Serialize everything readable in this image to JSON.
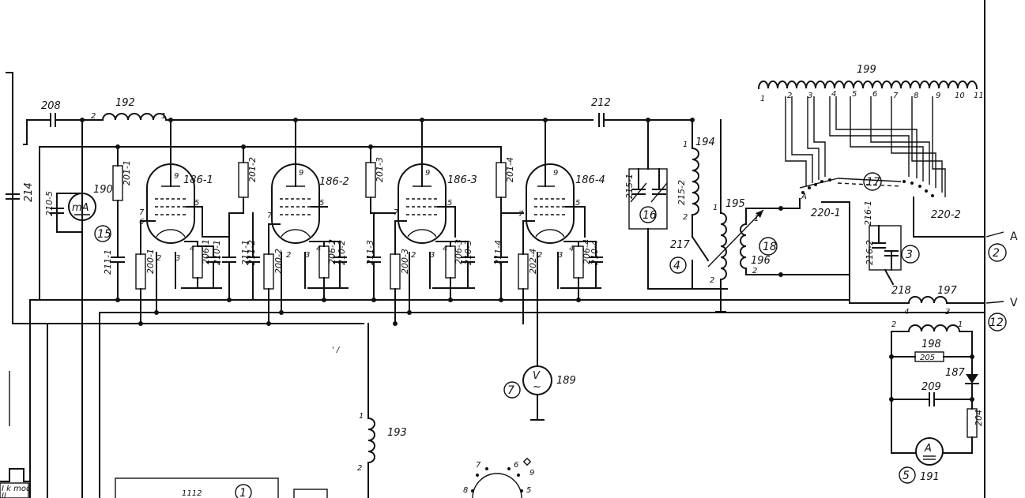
{
  "wire_labels": {
    "c208": "208",
    "l192": "192",
    "c212": "212",
    "c214": "214",
    "l193": "193",
    "l194": "194",
    "t195": "195",
    "t196": "196",
    "l197": "197",
    "l198": "198",
    "l199": "199",
    "r205": "205",
    "c209": "209",
    "d187": "187",
    "r204": "204"
  },
  "tubes": [
    {
      "label": "186-1",
      "r_plate": "201-1",
      "r_cath": "200-1",
      "r_k": "206-1",
      "c_k": "210-1",
      "c_sg": "211-1"
    },
    {
      "label": "186-2",
      "r_plate": "201-2",
      "r_cath": "200-2",
      "r_k": "206-2",
      "c_k": "210-2",
      "c_sg": "211-2"
    },
    {
      "label": "186-3",
      "r_plate": "201-3",
      "r_cath": "200-3",
      "r_k": "206-3",
      "c_k": "210-3",
      "c_sg": "211-3"
    },
    {
      "label": "186-4",
      "r_plate": "201-4",
      "r_cath": "202-4",
      "r_k": "206-4",
      "c_k": "210-4",
      "c_sg": "211-4"
    }
  ],
  "pins": {
    "p9": "9",
    "p7": "7",
    "p6": "6",
    "p5": "5",
    "p2": "2",
    "p3": "3",
    "p4": "4",
    "p1": "1"
  },
  "meters": {
    "ma": {
      "symbol": "mA",
      "ref": "190",
      "num": "15",
      "cap": "210-5"
    },
    "v": {
      "symbol": "V",
      "tilde": "~",
      "ref": "189",
      "num": "7"
    },
    "a": {
      "symbol": "A",
      "ref": "191",
      "num": "5"
    }
  },
  "capacitor_pair": {
    "left": "215-1",
    "right": "215-2",
    "num": "16"
  },
  "switch_217": {
    "label": "217",
    "num": "4"
  },
  "variometer": {
    "num": "18"
  },
  "switches": {
    "left": "220-1",
    "right": "220-2",
    "num": "17",
    "pole_a": "A"
  },
  "cap_216": {
    "top": "216-1",
    "bottom": "216-2",
    "num": "3",
    "sw": "218"
  },
  "terminals": {
    "a": "A",
    "a_num": "2",
    "v": "V",
    "v_num": "12"
  },
  "tap_numbers": [
    "1",
    "2",
    "3",
    "4",
    "5",
    "6",
    "7",
    "8",
    "9",
    "10",
    "11"
  ],
  "bottom_box": {
    "label": "I k mod",
    "label2": "II",
    "box_num": "1",
    "box_text": "1112"
  },
  "small_mark": "' /",
  "dial_numbers": [
    "7",
    "6",
    "8",
    "5",
    "9"
  ]
}
